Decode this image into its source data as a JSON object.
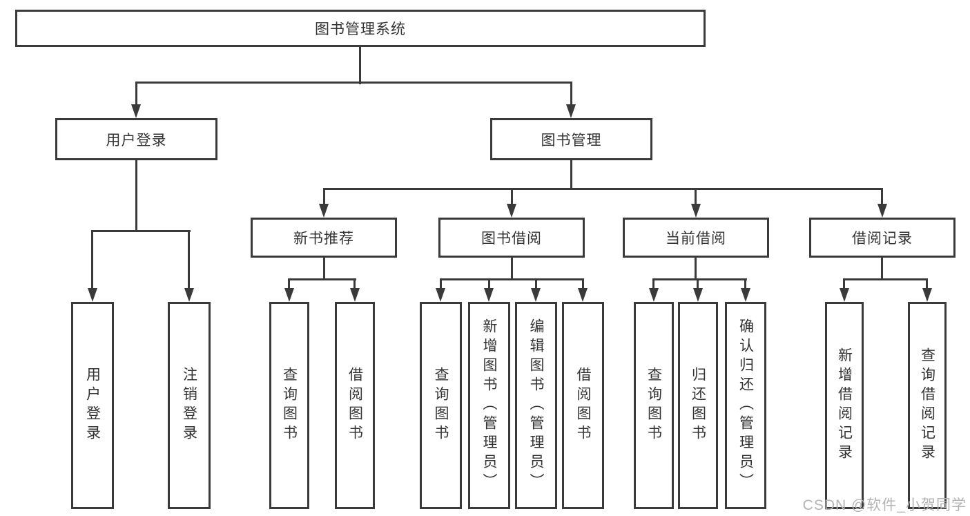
{
  "diagram_type": "hierarchy-tree",
  "colors": {
    "line": "#3a3a3a",
    "text": "#333333",
    "background": "#ffffff",
    "watermark": "#b4b4b4"
  },
  "tree": {
    "label": "图书管理系统",
    "children": [
      {
        "label": "用户登录",
        "children": [
          {
            "label": "用户登录"
          },
          {
            "label": "注销登录"
          }
        ]
      },
      {
        "label": "图书管理",
        "children": [
          {
            "label": "新书推荐",
            "children": [
              {
                "label": "查询图书"
              },
              {
                "label": "借阅图书"
              }
            ]
          },
          {
            "label": "图书借阅",
            "children": [
              {
                "label": "查询图书"
              },
              {
                "label": "新增图书（管理员）"
              },
              {
                "label": "编辑图书（管理员）"
              },
              {
                "label": "借阅图书"
              }
            ]
          },
          {
            "label": "当前借阅",
            "children": [
              {
                "label": "查询图书"
              },
              {
                "label": "归还图书"
              },
              {
                "label": "确认归还（管理员）"
              }
            ]
          },
          {
            "label": "借阅记录",
            "children": [
              {
                "label": "新增借阅记录"
              },
              {
                "label": "查询借阅记录"
              }
            ]
          }
        ]
      }
    ]
  },
  "watermark": {
    "text": "CSDN @软件_小贺同学"
  }
}
